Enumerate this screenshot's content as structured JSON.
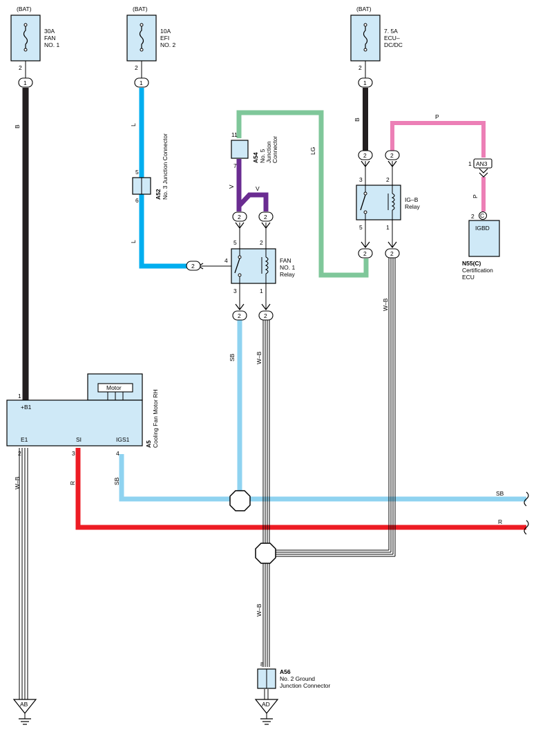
{
  "colors": {
    "black": "#231f20",
    "blue_l": "#00aeef",
    "sky_blue": "#8fd3f0",
    "green_lg": "#7fc79a",
    "violet": "#6a2c91",
    "pink": "#ec7fb6",
    "red": "#ed1c24",
    "box_fill": "#cfe9f7"
  },
  "fuses": [
    {
      "source": "(BAT)",
      "line1": "30A",
      "line2": "FAN",
      "line3": "NO. 1",
      "pin_top": "2",
      "conn": "1"
    },
    {
      "source": "(BAT)",
      "line1": "10A",
      "line2": "EFI",
      "line3": "NO. 2",
      "pin_top": "2",
      "conn": "1"
    },
    {
      "source": "(BAT)",
      "line1": "7. 5A",
      "line2": "ECU–",
      "line3": "DC/DC",
      "pin_top": "2",
      "conn": "1"
    }
  ],
  "wire_labels": {
    "b1": "B",
    "l1": "L",
    "l2": "L",
    "lg": "LG",
    "b2": "B",
    "p1": "P",
    "p2": "P",
    "v1": "V",
    "v2": "V",
    "sb1": "SB",
    "wb1": "W–B",
    "wb2": "W–B",
    "sb2": "SB",
    "r1": "R",
    "wb3": "W–B",
    "sb_right": "SB",
    "r_right": "R",
    "wb4": "W–B"
  },
  "a52": {
    "code": "A52",
    "name": "No. 3 Junction Connector",
    "pin_top": "5",
    "pin_bottom": "6"
  },
  "a54": {
    "code": "A54",
    "name1": "No. 5",
    "name2": "Junction",
    "name3": "Connector",
    "pin_top": "11",
    "pin_bottom": "7"
  },
  "fan_relay": {
    "name1": "FAN",
    "name2": "NO. 1",
    "name3": "Relay",
    "pin5": "5",
    "pin2": "2",
    "pin4": "4",
    "pin3": "3",
    "pin1": "1",
    "conn_labels": [
      "2",
      "2",
      "2",
      "2",
      "2"
    ]
  },
  "igb_relay": {
    "name1": "IG–B",
    "name2": "Relay",
    "pin3": "3",
    "pin2": "2",
    "pin5": "5",
    "pin1": "1",
    "conn_labels": [
      "2",
      "2",
      "2",
      "2"
    ]
  },
  "n55": {
    "code": "N55(C)",
    "name1": "Certification",
    "name2": "ECU",
    "terminal": "IGBD",
    "pin": "2",
    "pin_letter": "C",
    "an3": "AN3",
    "an3_pin": "1"
  },
  "a5": {
    "code": "A5",
    "name": "Cooling Fan Motor RH",
    "motor": "Motor",
    "b1": "+B1",
    "e1": "E1",
    "si": "SI",
    "igs1": "IGS1",
    "pin_b1": "1",
    "pin_e1": "2",
    "pin_si": "3",
    "pin_igs1": "4"
  },
  "a56": {
    "code": "A56",
    "name1": "No.  2 Ground",
    "name2": "Junction Connector",
    "pin": "8"
  },
  "grounds": {
    "ab": "AB",
    "ad": "AD"
  }
}
